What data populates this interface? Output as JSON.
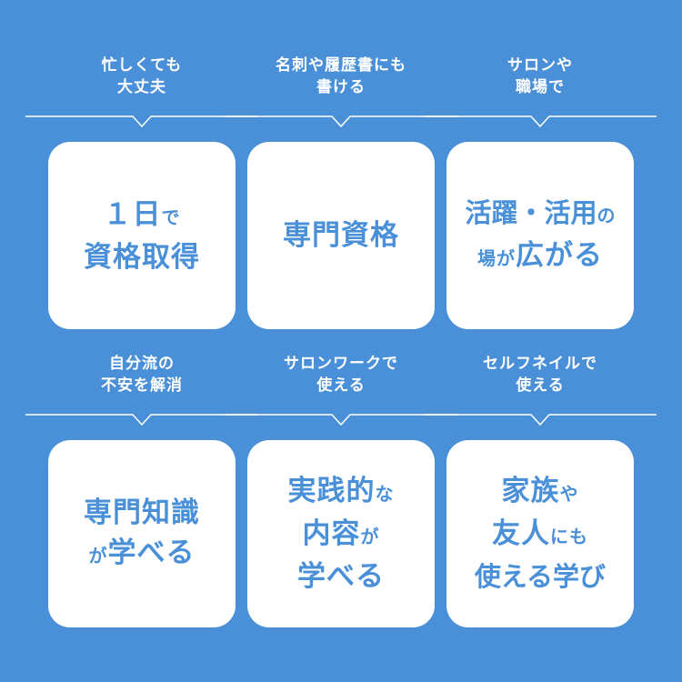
{
  "colors": {
    "background": "#4a90d9",
    "card": "#ffffff",
    "card_text": "#4a90d9",
    "caption_text": "#ffffff"
  },
  "cells": [
    {
      "caption": [
        "忙しくても",
        "大丈夫"
      ],
      "card_lines": [
        [
          {
            "t": "１日",
            "small": false
          },
          {
            "t": "で",
            "small": true
          }
        ],
        [
          {
            "t": "資格取得",
            "small": false
          }
        ]
      ]
    },
    {
      "caption": [
        "名刺や履歴書にも",
        "書ける"
      ],
      "card_lines": [
        [
          {
            "t": "専門資格",
            "small": false
          }
        ]
      ]
    },
    {
      "caption": [
        "サロンや",
        "職場で"
      ],
      "card_lines": [
        [
          {
            "t": "活躍・活用",
            "small": false
          },
          {
            "t": "の",
            "small": true
          }
        ],
        [
          {
            "t": "場",
            "small": true
          },
          {
            "t": "が",
            "small": true
          },
          {
            "t": "広",
            "small": false
          },
          {
            "t": "がる",
            "small": false
          }
        ]
      ]
    },
    {
      "caption": [
        "自分流の",
        "不安を解消"
      ],
      "card_lines": [
        [
          {
            "t": "専門知識",
            "small": false
          }
        ],
        [
          {
            "t": "が",
            "small": true
          },
          {
            "t": "学べる",
            "small": false
          }
        ]
      ]
    },
    {
      "caption": [
        "サロンワークで",
        "使える"
      ],
      "card_lines": [
        [
          {
            "t": "実践的",
            "small": false
          },
          {
            "t": "な",
            "small": true
          }
        ],
        [
          {
            "t": "内容",
            "small": false
          },
          {
            "t": "が",
            "small": true
          }
        ],
        [
          {
            "t": "学べる",
            "small": false
          }
        ]
      ]
    },
    {
      "caption": [
        "セルフネイルで",
        "使える"
      ],
      "card_lines": [
        [
          {
            "t": "家族",
            "small": false
          },
          {
            "t": "や",
            "small": true
          }
        ],
        [
          {
            "t": "友人",
            "small": false
          },
          {
            "t": "にも",
            "small": true
          }
        ],
        [
          {
            "t": "使える学び",
            "small": false
          }
        ]
      ]
    }
  ]
}
